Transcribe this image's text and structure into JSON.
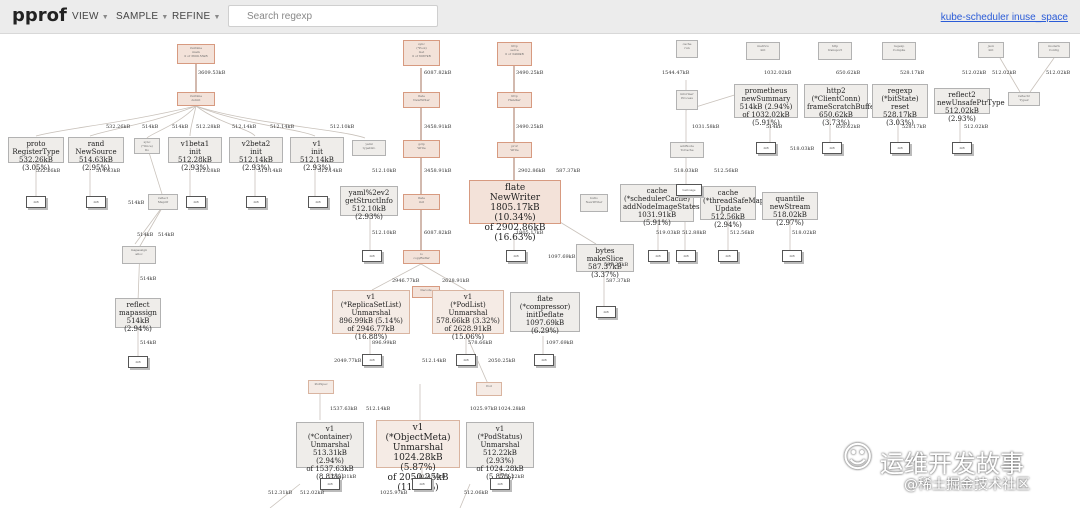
{
  "app": {
    "name": "pprof",
    "profile_link": "kube-scheduler inuse_space"
  },
  "menu": [
    {
      "label": "VIEW"
    },
    {
      "label": "SAMPLE"
    },
    {
      "label": "REFINE"
    }
  ],
  "search": {
    "placeholder": "Search regexp"
  },
  "nodes": {
    "proto_register": [
      "proto",
      "RegisterType",
      "532.26kB (3.05%)"
    ],
    "rand_newsource": [
      "rand",
      "NewSource",
      "514.63kB (2.95%)"
    ],
    "v1beta1_init": [
      "v1beta1",
      "init",
      "512.28kB (2.93%)"
    ],
    "v2beta2_init": [
      "v2beta2",
      "init",
      "512.14kB (2.93%)"
    ],
    "v1_init": [
      "v1",
      "init",
      "512.14kB (2.93%)"
    ],
    "reflect_mapassign": [
      "reflect",
      "mapassign",
      "514kB (2.94%)"
    ],
    "yaml_getstructinfo": [
      "yaml%2ev2",
      "getStructInfo",
      "512.10kB (2.93%)"
    ],
    "flate_newwriter": [
      "flate",
      "NewWriter",
      "1805.17kB (10.34%)",
      "of 2902.86kB (16.63%)"
    ],
    "bytes_makeslice": [
      "bytes",
      "makeSlice",
      "587.37kB (3.37%)"
    ],
    "cache_addnode": [
      "cache",
      "(*schedulerCache)",
      "addNodeImageStates",
      "1031.91kB (5.91%)"
    ],
    "cache_threadsafe": [
      "cache",
      "(*threadSafeMap)",
      "Update",
      "512.56kB (2.94%)"
    ],
    "quantile_newstream": [
      "quantile",
      "newStream",
      "518.02kB (2.97%)"
    ],
    "prom_newsummary": [
      "prometheus",
      "newSummary",
      "514kB (2.94%)",
      "of 1032.02kB (5.91%)"
    ],
    "http2_clientconn": [
      "http2",
      "(*ClientConn)",
      "frameScratchBuffer",
      "650.62kB (3.73%)"
    ],
    "regexp_onepass": [
      "regexp",
      "(*bitState)",
      "reset",
      "528.17kB (3.03%)"
    ],
    "reflect_unsafeptr": [
      "reflect2",
      "newUnsafePtrType",
      "512.02kB (2.93%)"
    ],
    "v1_replicasetlist": [
      "v1",
      "(*ReplicaSetList)",
      "Unmarshal",
      "896.99kB (5.14%)",
      "of 2946.77kB (16.88%)"
    ],
    "v1_podlist": [
      "v1",
      "(*PodList)",
      "Unmarshal",
      "578.66kB (3.32%)",
      "of 2628.91kB (15.06%)"
    ],
    "flate_compressor": [
      "flate",
      "(*compressor)",
      "initDeflate",
      "1097.69kB (6.29%)"
    ],
    "v1_container": [
      "v1",
      "(*Container)",
      "Unmarshal",
      "513.31kB (2.94%)",
      "of 1537.63kB (8.81%)"
    ],
    "v1_objectmeta": [
      "v1",
      "(*ObjectMeta)",
      "Unmarshal",
      "1024.28kB (5.87%)",
      "of 2050.25kB (11.75%)"
    ],
    "v1_podstatus": [
      "v1",
      "(*PodStatus)",
      "Unmarshal",
      "512.22kB (2.93%)",
      "of 1024.28kB (5.87%)"
    ]
  },
  "edge_labels": {
    "a": "3609.53kB",
    "b": "6087.82kB",
    "c": "3490.25kB",
    "d": "1544.47kB",
    "e": "1032.02kB",
    "f": "650.62kB",
    "g": "528.17kB",
    "h": "512.02kB",
    "i": "512.02kB",
    "j": "512.02kB",
    "k": "532.26kB",
    "l": "514.63kB",
    "m": "514kB",
    "n": "512.28kB",
    "o": "512.14kB",
    "p": "512.14kB",
    "q": "512.10kB",
    "r": "3458.91kB",
    "s": "3490.25kB",
    "t": "1031.58kB",
    "u": "514kB",
    "v": "650.62kB",
    "w": "528.17kB",
    "x": "512.02kB",
    "y": "532.26kB",
    "z": "514.63kB",
    "aa": "512.28kB",
    "ab": "512.14kB",
    "ac": "512.14kB",
    "ad": "512.10kB",
    "ae": "3458.91kB",
    "af": "2902.86kB",
    "ag": "587.37kB",
    "ah": "518.03kB",
    "ai": "512.56kB",
    "aj": "518.02kB",
    "ak": "6087.82kB",
    "al": "1805.17kB",
    "am": "1097.69kB",
    "an": "587.37kB",
    "ao": "519.03kB",
    "ap": "512.88kB",
    "aq": "512.56kB",
    "ar": "518.02kB",
    "as": "2946.77kB",
    "at": "2628.91kB",
    "au": "896.99kB",
    "av": "578.66kB",
    "aw": "1097.69kB",
    "ax": "2049.77kB",
    "ay": "512.14kB",
    "az": "2050.25kB",
    "ba": "1537.63kB",
    "bb": "512.14kB",
    "bc": "1025.97kB",
    "bd": "1024.28kB",
    "be": "513.31kB",
    "bf": "1025.97kB",
    "bg": "1024.28kB",
    "bh": "512.22kB",
    "bi": "512.31kB",
    "bj": "512.02kB",
    "bk": "512.06kB",
    "bl": "514kB",
    "bm": "514kB",
    "bn": "514kB",
    "bo": "514kB",
    "bp": "518.03kB"
  },
  "watermark": {
    "line1": "运维开发故事",
    "line2": "@稀土掘金技术社区"
  }
}
